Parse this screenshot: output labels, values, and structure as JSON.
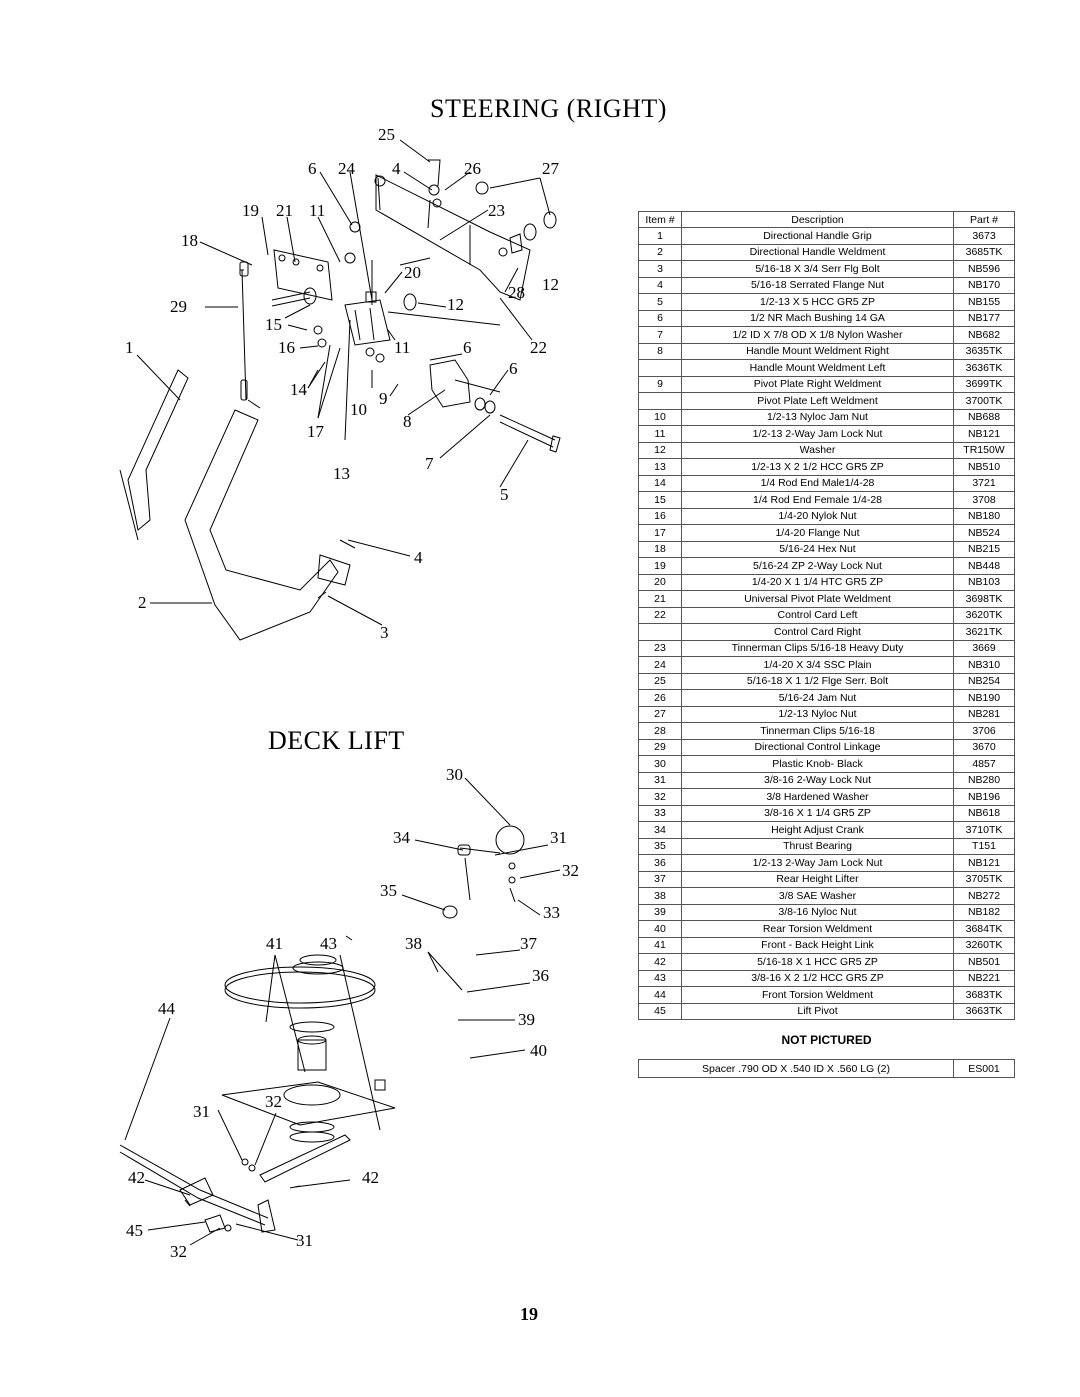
{
  "titles": {
    "steering": "STEERING (RIGHT)",
    "deck_lift": "DECK LIFT"
  },
  "table": {
    "headers": [
      "Item #",
      "Description",
      "Part #"
    ],
    "rows": [
      [
        "1",
        "Directional Handle Grip",
        "3673"
      ],
      [
        "2",
        "Directional Handle Weldment",
        "3685TK"
      ],
      [
        "3",
        "5/16-18 X 3/4 Serr Flg Bolt",
        "NB596"
      ],
      [
        "4",
        "5/16-18 Serrated Flange Nut",
        "NB170"
      ],
      [
        "5",
        "1/2-13 X 5 HCC GR5 ZP",
        "NB155"
      ],
      [
        "6",
        "1/2 NR Mach Bushing 14 GA",
        "NB177"
      ],
      [
        "7",
        "1/2 ID X 7/8 OD X 1/8 Nylon Washer",
        "NB682"
      ],
      [
        "8",
        "Handle Mount Weldment Right",
        "3635TK"
      ],
      [
        "",
        "Handle Mount Weldment Left",
        "3636TK"
      ],
      [
        "9",
        "Pivot Plate Right Weldment",
        "3699TK"
      ],
      [
        "",
        "Pivot Plate Left Weldment",
        "3700TK"
      ],
      [
        "10",
        "1/2-13 Nyloc Jam Nut",
        "NB688"
      ],
      [
        "11",
        "1/2-13 2-Way Jam Lock Nut",
        "NB121"
      ],
      [
        "12",
        "Washer",
        "TR150W"
      ],
      [
        "13",
        "1/2-13 X 2 1/2 HCC GR5 ZP",
        "NB510"
      ],
      [
        "14",
        "1/4 Rod End Male1/4-28",
        "3721"
      ],
      [
        "15",
        "1/4 Rod End Female 1/4-28",
        "3708"
      ],
      [
        "16",
        "1/4-20 Nylok Nut",
        "NB180"
      ],
      [
        "17",
        "1/4-20 Flange Nut",
        "NB524"
      ],
      [
        "18",
        "5/16-24 Hex Nut",
        "NB215"
      ],
      [
        "19",
        "5/16-24 ZP 2-Way Lock Nut",
        "NB448"
      ],
      [
        "20",
        "1/4-20 X 1 1/4 HTC GR5 ZP",
        "NB103"
      ],
      [
        "21",
        "Universal Pivot Plate Weldment",
        "3698TK"
      ],
      [
        "22",
        "Control Card Left",
        "3620TK"
      ],
      [
        "",
        "Control Card Right",
        "3621TK"
      ],
      [
        "23",
        "Tinnerman Clips 5/16-18 Heavy Duty",
        "3669"
      ],
      [
        "24",
        "1/4-20 X 3/4 SSC Plain",
        "NB310"
      ],
      [
        "25",
        "5/16-18 X 1 1/2 Flge Serr. Bolt",
        "NB254"
      ],
      [
        "26",
        "5/16-24 Jam Nut",
        "NB190"
      ],
      [
        "27",
        "1/2-13 Nyloc Nut",
        "NB281"
      ],
      [
        "28",
        "Tinnerman Clips 5/16-18",
        "3706"
      ],
      [
        "29",
        "Directional Control Linkage",
        "3670"
      ],
      [
        "30",
        "Plastic Knob- Black",
        "4857"
      ],
      [
        "31",
        "3/8-16 2-Way Lock Nut",
        "NB280"
      ],
      [
        "32",
        "3/8 Hardened Washer",
        "NB196"
      ],
      [
        "33",
        "3/8-16 X 1 1/4 GR5 ZP",
        "NB618"
      ],
      [
        "34",
        "Height Adjust Crank",
        "3710TK"
      ],
      [
        "35",
        "Thrust Bearing",
        "T151"
      ],
      [
        "36",
        "1/2-13 2-Way Jam Lock Nut",
        "NB121"
      ],
      [
        "37",
        "Rear Height Lifter",
        "3705TK"
      ],
      [
        "38",
        "3/8 SAE Washer",
        "NB272"
      ],
      [
        "39",
        "3/8-16 Nyloc Nut",
        "NB182"
      ],
      [
        "40",
        "Rear Torsion Weldment",
        "3684TK"
      ],
      [
        "41",
        "Front - Back Height Link",
        "3260TK"
      ],
      [
        "42",
        "5/16-18 X 1 HCC GR5 ZP",
        "NB501"
      ],
      [
        "43",
        "3/8-16 X 2 1/2 HCC GR5 ZP",
        "NB221"
      ],
      [
        "44",
        "Front Torsion Weldment",
        "3683TK"
      ],
      [
        "45",
        "Lift Pivot",
        "3663TK"
      ]
    ]
  },
  "not_pictured": {
    "heading": "NOT PICTURED",
    "description": "Spacer .790 OD X .540 ID X .560 LG (2)",
    "part": "ES001"
  },
  "callouts": {
    "c25": "25",
    "c6": "6",
    "c24": "24",
    "c4": "4",
    "c26": "26",
    "c27": "27",
    "c19": "19",
    "c21": "21",
    "c11": "11",
    "c23": "23",
    "c18": "18",
    "c20": "20",
    "c12a": "12",
    "c28": "28",
    "c29": "29",
    "c12b": "12",
    "c15": "15",
    "c1": "1",
    "c16": "16",
    "c11b": "11",
    "c6b": "6",
    "c22": "22",
    "c6c": "6",
    "c14": "14",
    "c9": "9",
    "c10": "10",
    "c8": "8",
    "c17": "17",
    "c7": "7",
    "c13": "13",
    "c5": "5",
    "c4b": "4",
    "c2": "2",
    "c3": "3",
    "c30": "30",
    "c34": "34",
    "c31": "31",
    "c32": "32",
    "c35": "35",
    "c33": "33",
    "c41": "41",
    "c43": "43",
    "c38": "38",
    "c37": "37",
    "c36": "36",
    "c44": "44",
    "c39": "39",
    "c40": "40",
    "c31b": "31",
    "c32b": "32",
    "c42a": "42",
    "c42b": "42",
    "c45": "45",
    "c31c": "31",
    "c32c": "32"
  },
  "page_number": "19"
}
